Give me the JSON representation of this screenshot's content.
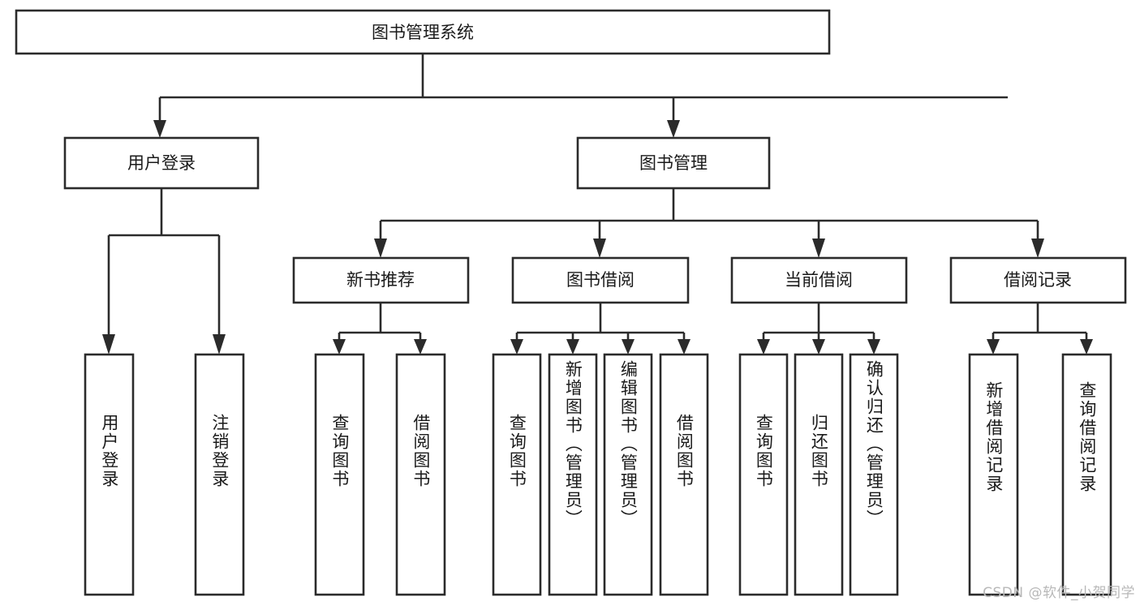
{
  "diagram": {
    "type": "tree",
    "title": "图书管理系统",
    "orientation": "top-down",
    "colors": {
      "box_stroke": "#2b2b2b",
      "box_fill": "#ffffff",
      "connector": "#2b2b2b",
      "text": "#1a1a1a",
      "background": "#ffffff",
      "watermark": "#b8b8b8"
    },
    "root": {
      "label": "图书管理系统"
    },
    "level2": [
      {
        "label": "用户登录"
      },
      {
        "label": "图书管理"
      }
    ],
    "level3": [
      {
        "label": "新书推荐"
      },
      {
        "label": "图书借阅"
      },
      {
        "label": "当前借阅"
      },
      {
        "label": "借阅记录"
      }
    ],
    "leaves": {
      "user_login": [
        {
          "label": "用户登录"
        },
        {
          "label": "注销登录"
        }
      ],
      "new_book_recommend": [
        {
          "label": "查询图书"
        },
        {
          "label": "借阅图书"
        }
      ],
      "book_borrow": [
        {
          "label": "查询图书"
        },
        {
          "label": "新增图书（管理员）"
        },
        {
          "label": "编辑图书（管理员）"
        },
        {
          "label": "借阅图书"
        }
      ],
      "current_borrow": [
        {
          "label": "查询图书"
        },
        {
          "label": "归还图书"
        },
        {
          "label": "确认归还（管理员）"
        }
      ],
      "borrow_record": [
        {
          "label": "新增借阅记录"
        },
        {
          "label": "查询借阅记录"
        }
      ]
    }
  },
  "watermark": {
    "text": "CSDN @软件_小贺同学"
  }
}
